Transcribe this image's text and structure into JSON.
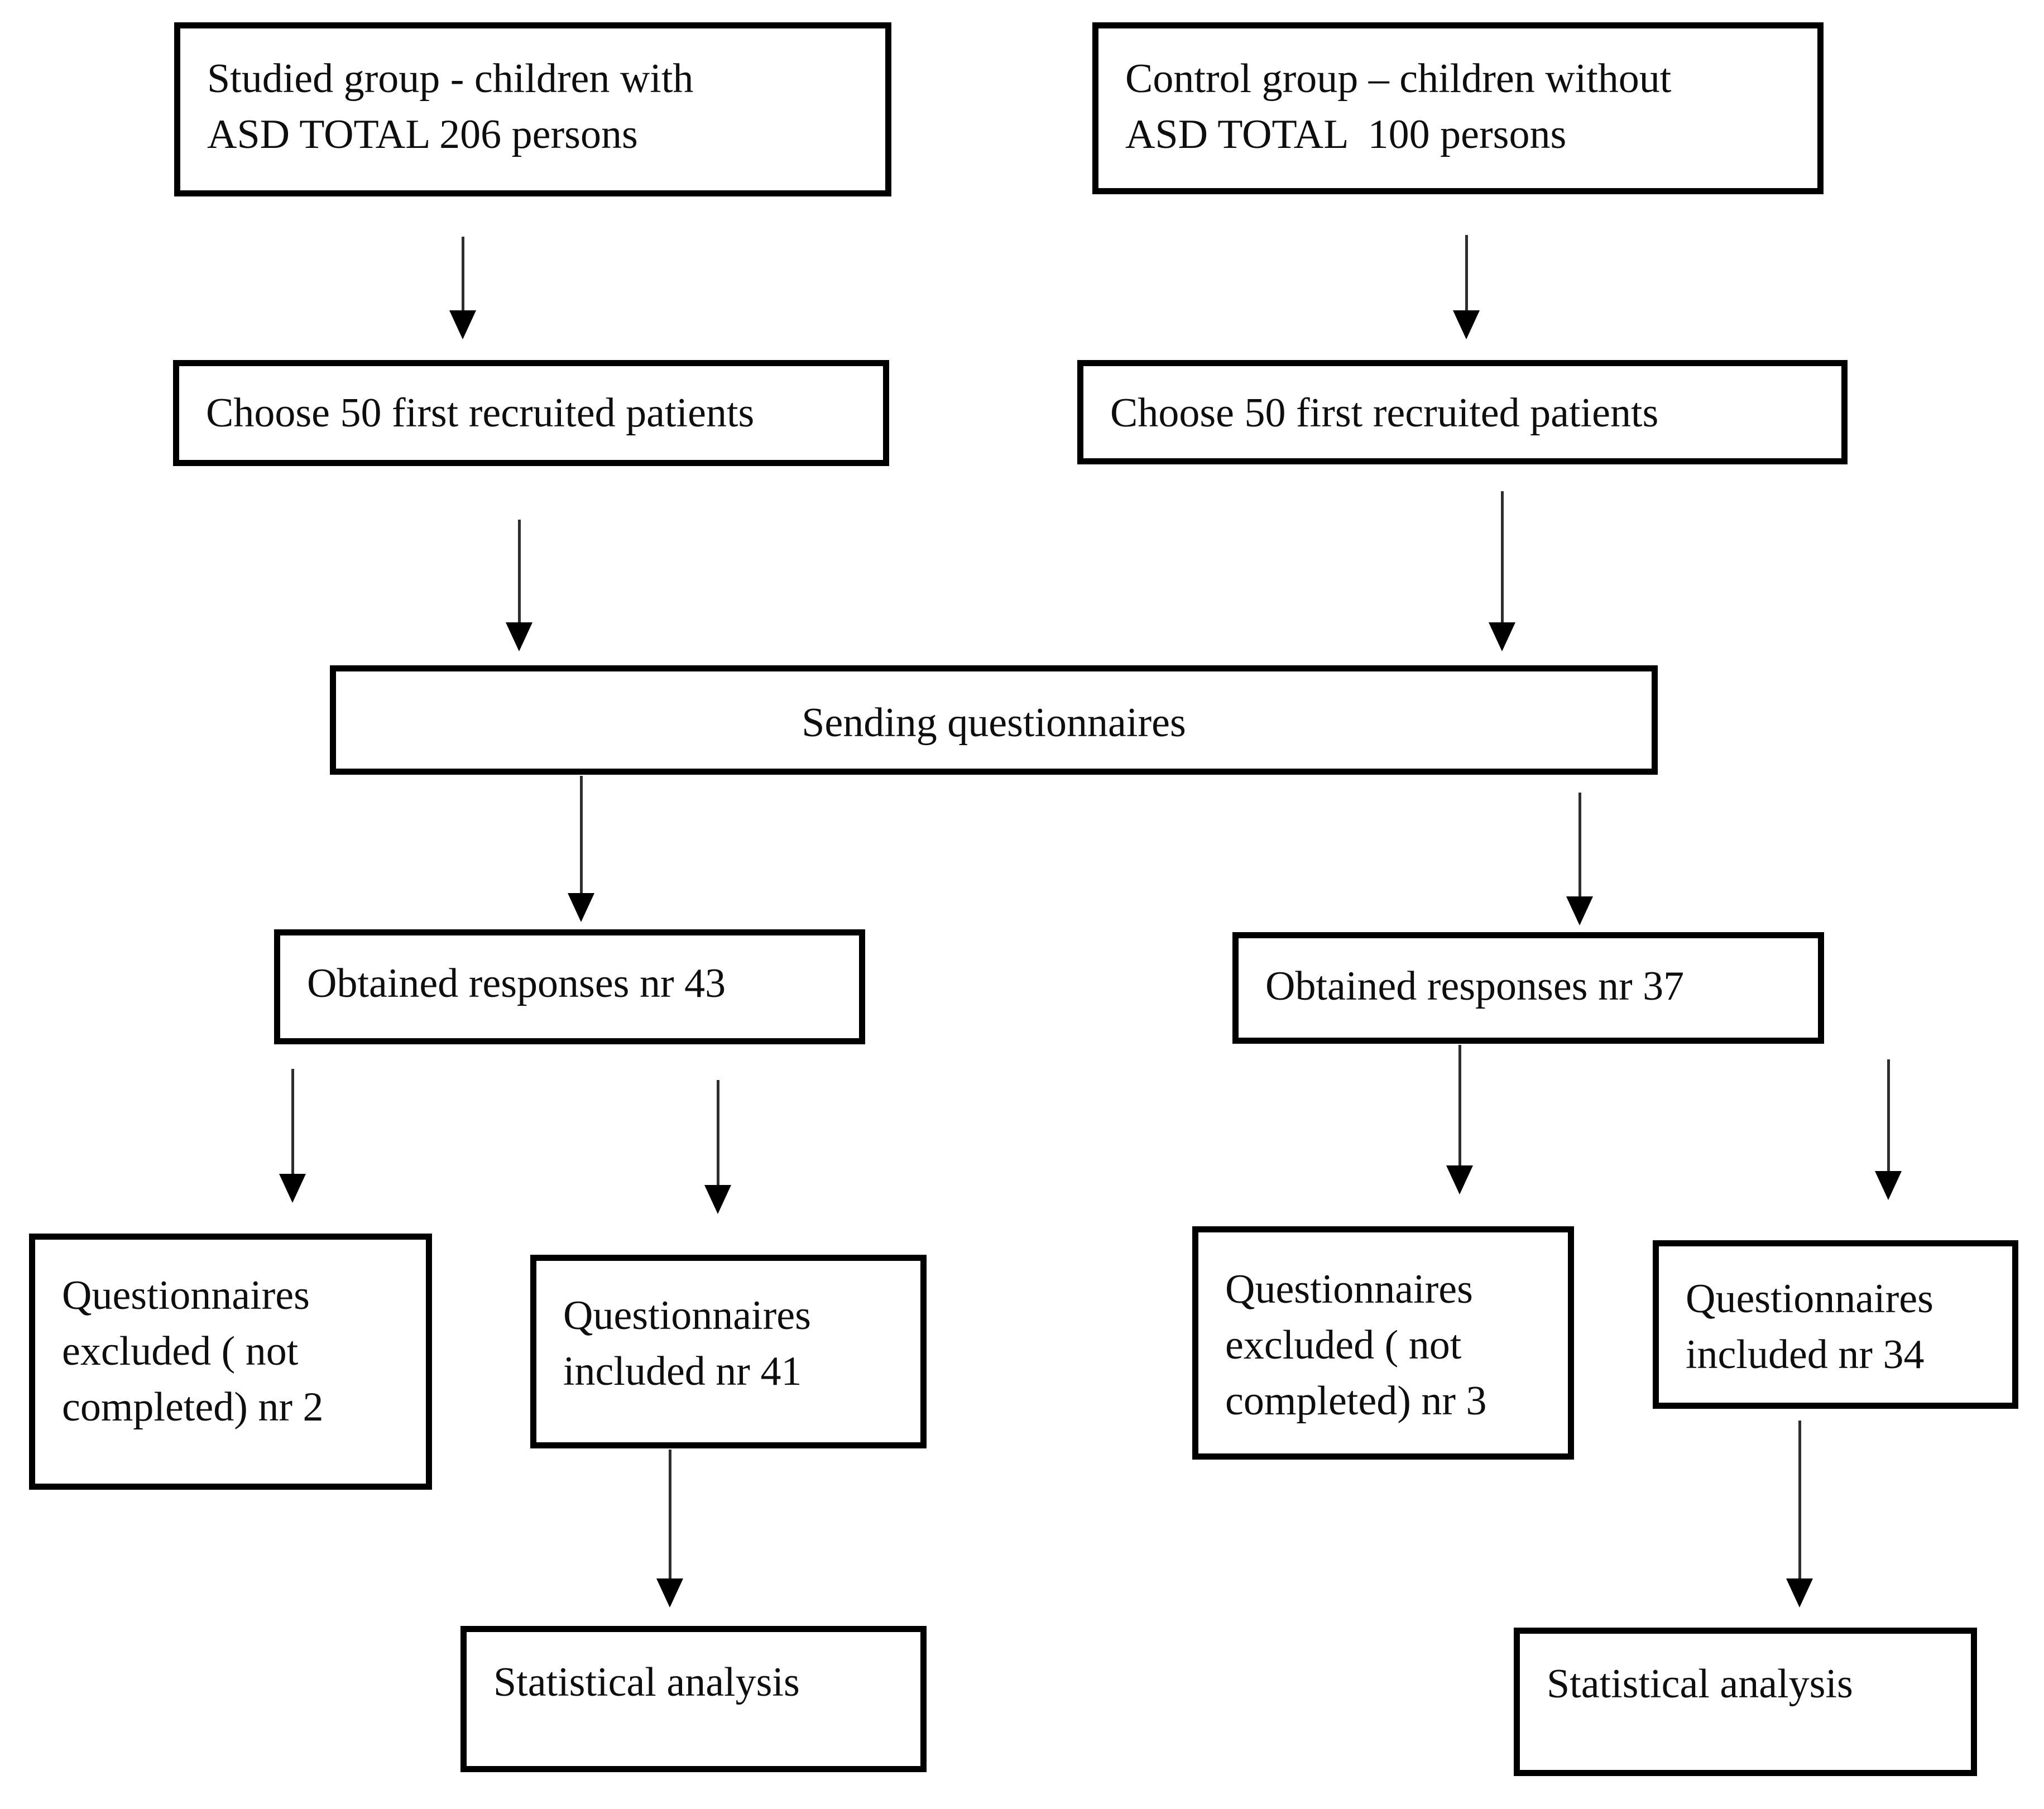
{
  "figure": {
    "background_color": "#ffffff",
    "box_border_color": "#000000",
    "text_color": "#0e0e0e",
    "arrow_color": "#000000"
  },
  "flowchart": {
    "nodes": {
      "studied_group": {
        "label": "Studied group - children with\nASD TOTAL 206 persons"
      },
      "control_group": {
        "label": "Control group – children without\nASD TOTAL  100 persons"
      },
      "choose_left": {
        "label": "Choose 50 first recruited patients"
      },
      "choose_right": {
        "label": "Choose 50 first recruited patients"
      },
      "sending": {
        "label": "Sending questionnaires"
      },
      "obtained_left": {
        "label": "Obtained responses nr 43"
      },
      "obtained_right": {
        "label": "Obtained responses nr 37"
      },
      "excluded_left": {
        "label": "Questionnaires\nexcluded ( not\ncompleted) nr 2"
      },
      "included_left": {
        "label": "Questionnaires\nincluded nr 41"
      },
      "excluded_right": {
        "label": "Questionnaires\nexcluded ( not\ncompleted) nr 3"
      },
      "included_right": {
        "label": "Questionnaires\nincluded nr 34"
      },
      "stat_left": {
        "label": "Statistical analysis"
      },
      "stat_right": {
        "label": "Statistical analysis"
      }
    }
  }
}
